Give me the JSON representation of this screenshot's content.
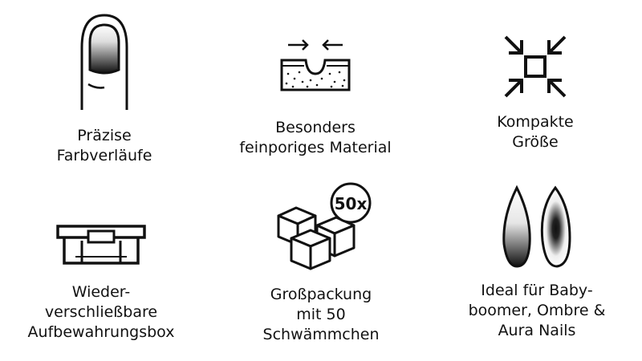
{
  "features": [
    {
      "label": "Präzise\nFarbverläufe",
      "icon": "fingernail-gradient-icon"
    },
    {
      "label": "Besonders\nfeinporiges Material",
      "icon": "porous-material-icon"
    },
    {
      "label": "Kompakte\nGröße",
      "icon": "compact-arrows-icon"
    },
    {
      "label": "Wieder-\nverschließbare\nAufbewahrungsbox",
      "icon": "storage-box-icon"
    },
    {
      "label": "Großpackung\nmit 50\nSchwämmchen",
      "icon": "sponge-cubes-icon"
    },
    {
      "label": "Ideal für Baby-\nboomer, Ombre &\nAura Nails",
      "icon": "nail-styles-icon"
    }
  ],
  "badge": {
    "text": "50x"
  },
  "colors": {
    "ink": "#111111",
    "background": "#ffffff"
  }
}
